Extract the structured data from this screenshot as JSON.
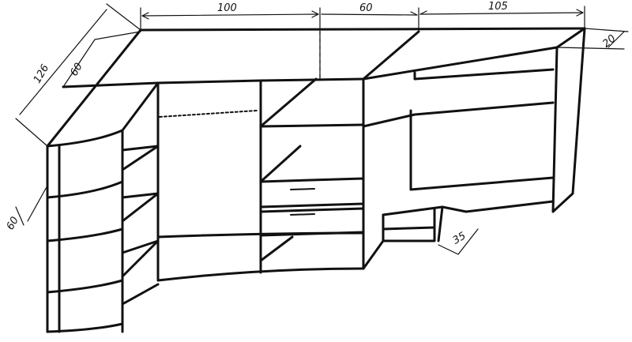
{
  "drawing": {
    "title": "Hand-drawn sketch of corner wardrobe with shelves and desk",
    "colors": {
      "ink": "#111111",
      "paper": "#ffffff"
    },
    "dimensions": {
      "top_left_section": "100",
      "top_middle_section": "60",
      "top_right_section": "105",
      "right_depth": "20",
      "left_diagonal": "126",
      "top_depth": "60",
      "corner_shelf_depth": "60",
      "desk_depth": "35"
    }
  }
}
